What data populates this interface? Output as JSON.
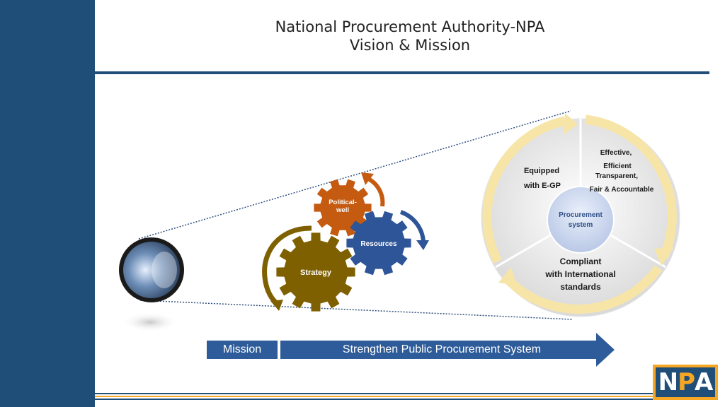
{
  "header": {
    "title_line1": "National Procurement Authority-NPA",
    "title_line2": "Vision & Mission"
  },
  "gears": {
    "political": [
      "Political-",
      "well"
    ],
    "resources": "Resources",
    "strategy": "Strategy"
  },
  "cycle": {
    "effective": "Effective,",
    "efficient": "Efficient",
    "transparent": "Transparent,",
    "fair": "Fair  & Accountable",
    "equipped": "Equipped",
    "egp": "with E-GP",
    "center": [
      "Procurement",
      "system"
    ],
    "compliant": "Compliant",
    "international": "with  International",
    "standards": "standards"
  },
  "mission": {
    "label": "Mission",
    "statement": "Strengthen Public  Procurement System"
  },
  "logo": {
    "n": "N",
    "p": "P",
    "a": "A"
  },
  "colors": {
    "navy": "#1f4e79",
    "political_gear": "#c55a11",
    "resources_gear": "#2e5597",
    "strategy_gear": "#7f6000",
    "cycle_arrows": "#f7e5a8",
    "logo_orange": "#f5a623"
  }
}
